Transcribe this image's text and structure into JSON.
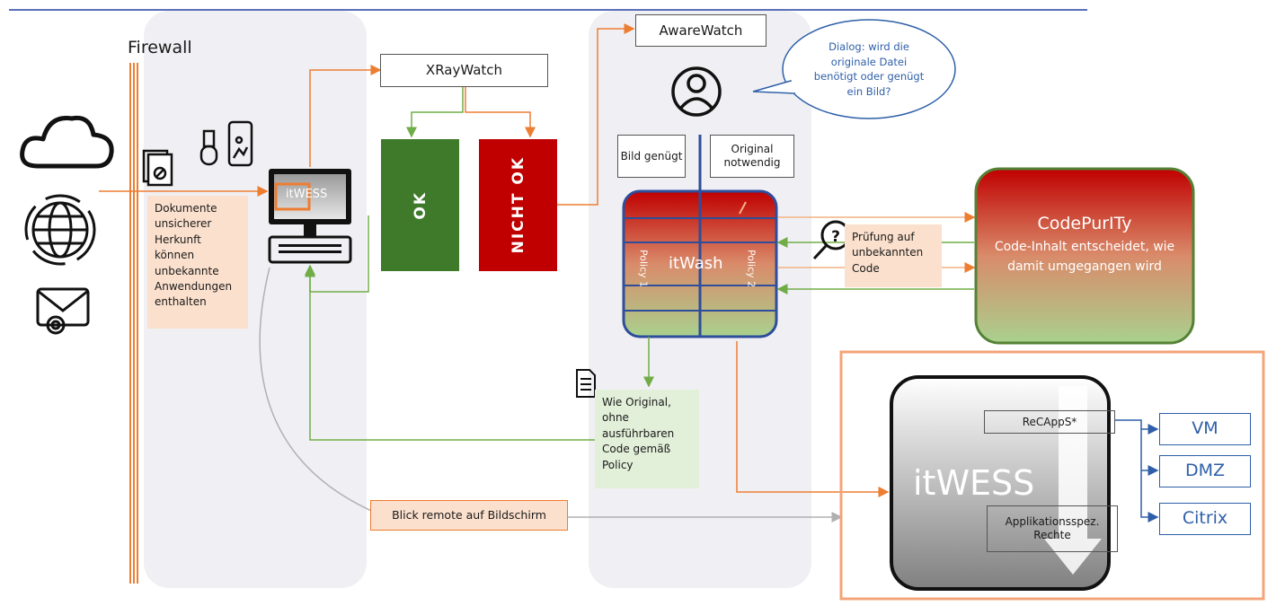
{
  "firewall": {
    "label": "Firewall"
  },
  "left_notes": {
    "documents": "Dokumente unsicherer Herkunft können unbekannte Anwendungen enthalten"
  },
  "itwess_small": {
    "label": "itWESS"
  },
  "xraywatch": {
    "label": "XRayWatch"
  },
  "ok_box": {
    "label": "OK",
    "color": "#3e7a2a"
  },
  "nicht_ok_box": {
    "label": "NICHT OK",
    "color": "#c00000"
  },
  "awarewatch": {
    "label": "AwareWatch"
  },
  "dialog": {
    "text": "Dialog: wird die originale Datei benötigt oder genügt ein Bild?"
  },
  "bild_genuegt": {
    "label": "Bild genügt"
  },
  "original_notwendig": {
    "label": "Original notwendig"
  },
  "itwash": {
    "label": "itWash",
    "policy1": "Policy 1",
    "policy2": "Policy 2"
  },
  "pruefung": {
    "text": "Prüfung auf unbekannten Code"
  },
  "codepurity": {
    "title": "CodePurITy",
    "text": "Code-Inhalt entscheidet, wie damit umgegangen wird"
  },
  "wie_original": {
    "text": "Wie Original, ohne ausführbaren Code gemäß Policy"
  },
  "blick_remote": {
    "label": "Blick remote auf Bildschirm"
  },
  "itwess_big": {
    "label": "itWESS",
    "recapps": "ReCAppS*",
    "applikation": "Applikationsspez. Rechte"
  },
  "targets": {
    "vm": "VM",
    "dmz": "DMZ",
    "citrix": "Citrix"
  },
  "colors": {
    "orange": "#f4a460",
    "orange_line": "#ed7d31",
    "green_line": "#70ad47",
    "blue": "#2e5fa8",
    "note_bg": "#fbe0cd",
    "note_green": "#e2efd9"
  }
}
